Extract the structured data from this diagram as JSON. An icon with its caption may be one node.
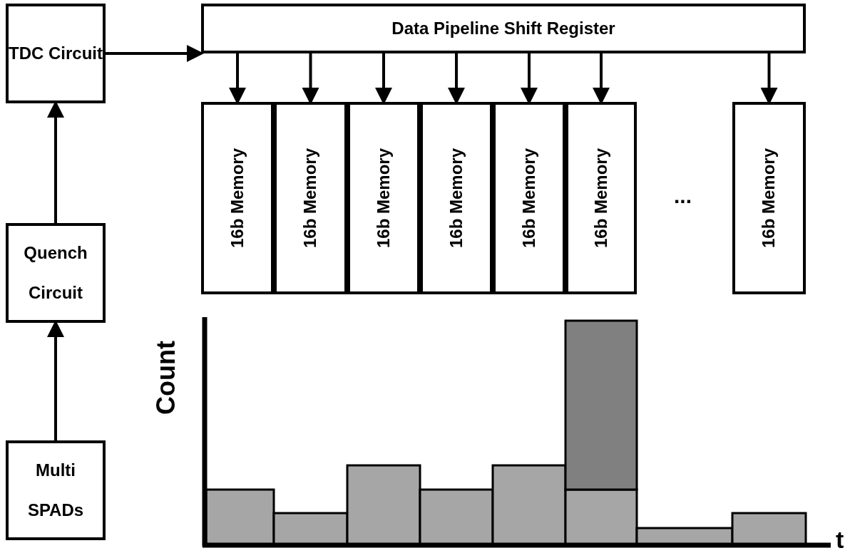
{
  "diagram": {
    "nodes": [
      {
        "text": [
          "TDC Circuit"
        ]
      },
      {
        "text": [
          "Data Pipeline Shift Register"
        ]
      },
      {
        "text": [
          "16b Memory"
        ]
      },
      {
        "text": [
          "16b Memory"
        ]
      },
      {
        "text": [
          "16b Memory"
        ]
      },
      {
        "text": [
          "16b Memory"
        ]
      },
      {
        "text": [
          "16b Memory"
        ]
      },
      {
        "text": [
          "16b Memory"
        ]
      },
      {
        "text": [
          "16b Memory"
        ]
      },
      {
        "text": [
          "Quench Circuit"
        ]
      },
      {
        "text": [
          "Multi SPADs"
        ]
      }
    ],
    "edges": [
      {
        "from": 0,
        "to": 1,
        "arrow": "to"
      },
      {
        "from": 1,
        "to": 2,
        "arrow": "to"
      },
      {
        "from": 1,
        "to": 3,
        "arrow": "to"
      },
      {
        "from": 1,
        "to": 4,
        "arrow": "to"
      },
      {
        "from": 1,
        "to": 5,
        "arrow": "to"
      },
      {
        "from": 1,
        "to": 6,
        "arrow": "to"
      },
      {
        "from": 1,
        "to": 7,
        "arrow": "to"
      },
      {
        "from": 1,
        "to": 8,
        "arrow": "to"
      },
      {
        "from": 9,
        "to": 0,
        "arrow": "to"
      },
      {
        "from": 10,
        "to": 9,
        "arrow": "to"
      }
    ],
    "labels": [
      "...",
      "Count",
      "t"
    ]
  }
}
